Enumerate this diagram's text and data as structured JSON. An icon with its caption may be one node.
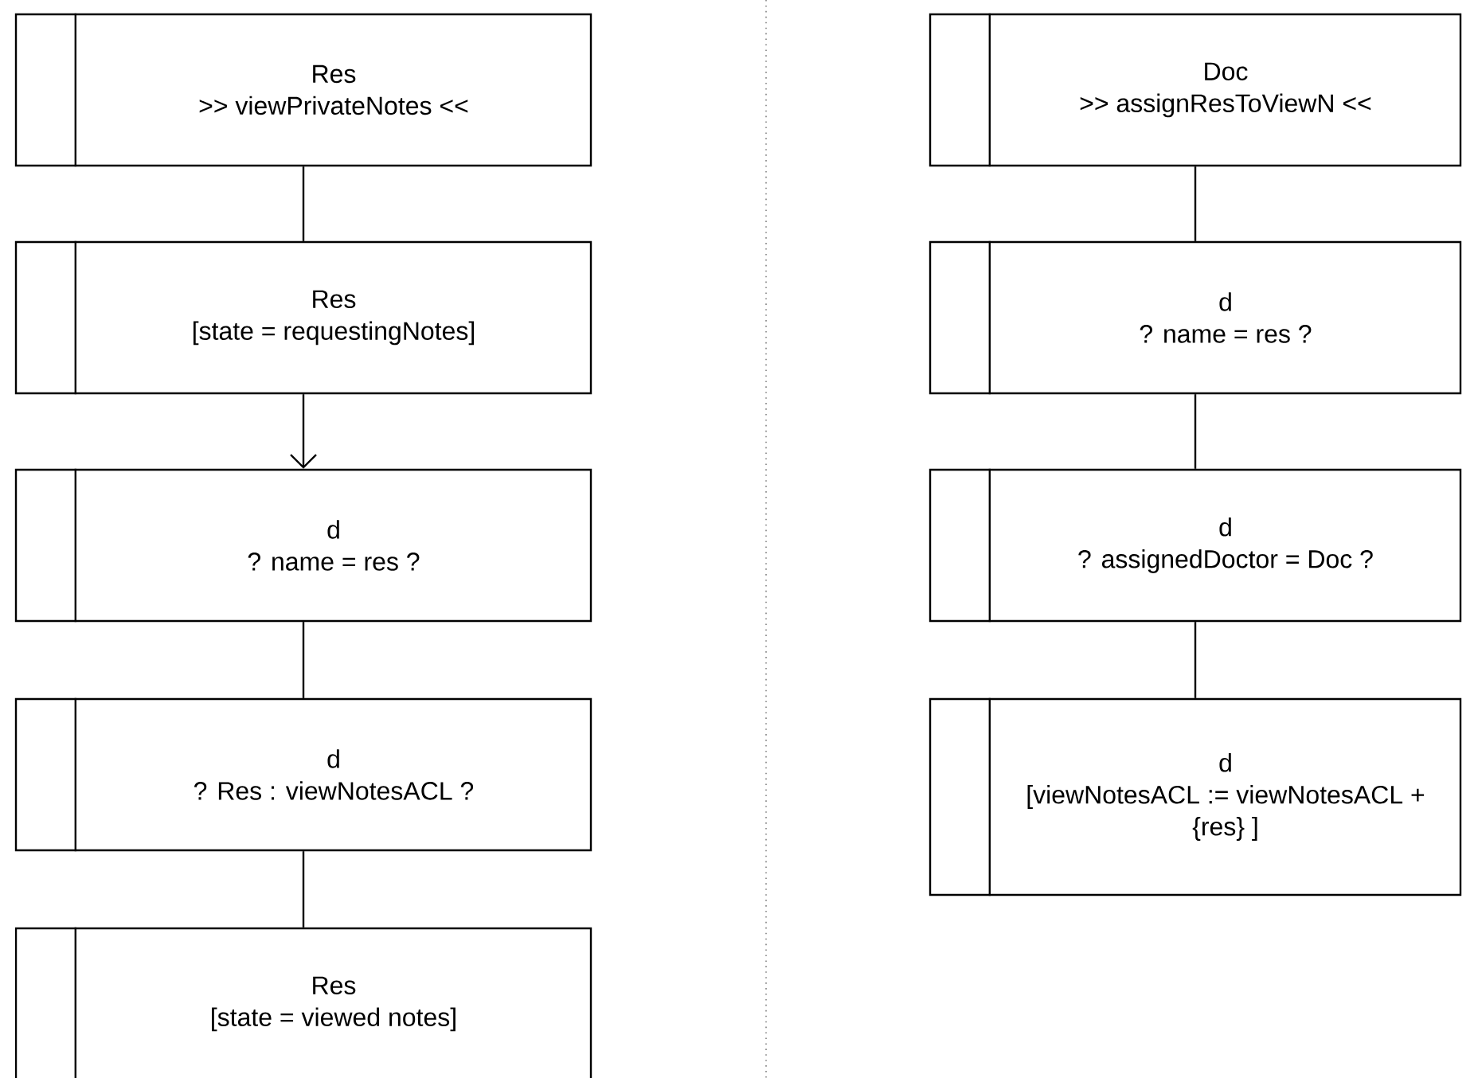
{
  "diagram": {
    "nodes": [
      {
        "text": [
          "Res",
          ">> viewPrivateNotes <<"
        ]
      },
      {
        "text": [
          "Res",
          "[state = requestingNotes]"
        ]
      },
      {
        "text": [
          "d",
          "? name = res ?"
        ]
      },
      {
        "text": [
          "d",
          "? Res : viewNotesACL ?"
        ]
      },
      {
        "text": [
          "Res",
          "[state = viewed notes]"
        ]
      },
      {
        "text": [
          "Doc",
          ">> assignResToViewN <<"
        ]
      },
      {
        "text": [
          "d",
          "? name = res ?"
        ]
      },
      {
        "text": [
          "d",
          "? assignedDoctor = Doc ?"
        ]
      },
      {
        "text": [
          "d",
          "[viewNotesACL := viewNotesACL + {res} ]"
        ]
      }
    ],
    "edges": [
      {
        "from": 0,
        "to": 1,
        "arrow": "none"
      },
      {
        "from": 1,
        "to": 2,
        "arrow": "to"
      },
      {
        "from": 2,
        "to": 3,
        "arrow": "none"
      },
      {
        "from": 3,
        "to": 4,
        "arrow": "none"
      },
      {
        "from": 5,
        "to": 6,
        "arrow": "none"
      },
      {
        "from": 6,
        "to": 7,
        "arrow": "none"
      },
      {
        "from": 7,
        "to": 8,
        "arrow": "none"
      }
    ]
  }
}
